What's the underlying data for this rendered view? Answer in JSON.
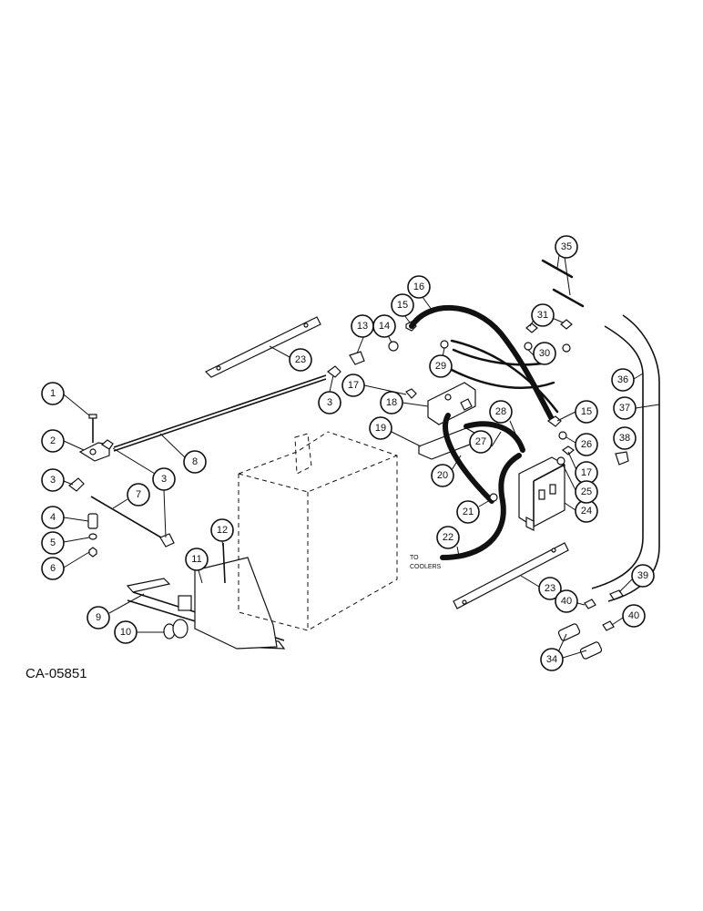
{
  "diagram": {
    "document_id": "CA-05851",
    "note_to_coolers": [
      "TO",
      "COOLERS"
    ],
    "callouts": [
      "1",
      "2",
      "3",
      "3",
      "3",
      "4",
      "5",
      "6",
      "7",
      "8",
      "9",
      "10",
      "11",
      "12",
      "13",
      "14",
      "15",
      "15",
      "16",
      "17",
      "17",
      "18",
      "19",
      "20",
      "21",
      "22",
      "23",
      "23",
      "24",
      "25",
      "26",
      "27",
      "28",
      "29",
      "30",
      "31",
      "34",
      "35",
      "36",
      "37",
      "38",
      "39",
      "40",
      "40"
    ]
  }
}
